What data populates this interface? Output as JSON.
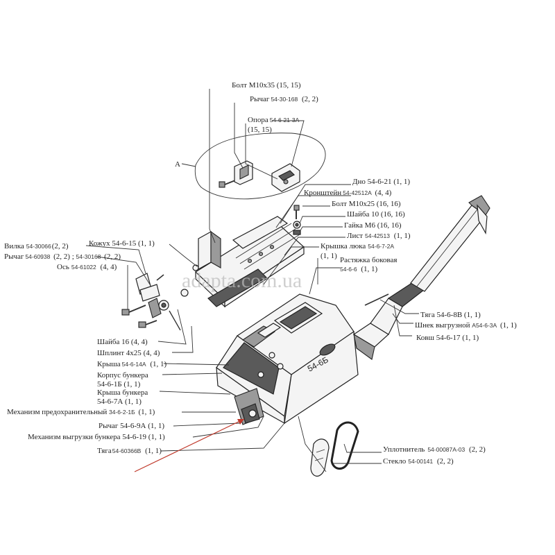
{
  "watermark": "adapta.com.ua",
  "hopper_marking": "54-6Б",
  "callout_letter": "А",
  "accent_color": "#c0392b",
  "labels": {
    "bolt_m10x35": {
      "name": "Болт М10х35",
      "qty": "(15, 15)"
    },
    "lever_54_30_168": {
      "name": "Рычаг",
      "code": "54-30-168",
      "qty": "(2, 2)"
    },
    "support": {
      "name": "Опора",
      "code": "54-6-21-3А",
      "qty": "(15, 15)"
    },
    "bottom": {
      "name": "Дно 54-6-21",
      "qty": "(1, 1)"
    },
    "bracket": {
      "name": "Кронштейн",
      "code": "54-42512А",
      "qty": "(4, 4)"
    },
    "bolt_m10x25": {
      "name": "Болт М10х25",
      "qty": "(16, 16)"
    },
    "washer_10": {
      "name": "Шайба 10",
      "qty": "(16, 16)"
    },
    "nut_m6": {
      "name": "Гайка М6",
      "qty": "(16, 16)"
    },
    "sheet": {
      "name": "Лист",
      "code": "54-42513",
      "qty": "(1, 1)"
    },
    "hatch_cover": {
      "name": "Крышка люка",
      "code": "54-6-7-2А",
      "qty": "(1, 1)"
    },
    "side_brace": {
      "name": "Растяжка боковая",
      "code": "54-6-6",
      "qty": "(1, 1)"
    },
    "fork": {
      "name": "Вилка",
      "code": "54-30066",
      "qty": "(2, 2)"
    },
    "casing": {
      "name": "Кожух 54-6-15",
      "qty": "(1, 1)"
    },
    "lever_54_60938": {
      "name": "Рычаг",
      "code": "54-60938",
      "qty": "(2, 2)",
      "code2": "54-30168",
      "qty2": "(2, 2)"
    },
    "axle": {
      "name": "Ось",
      "code": "54-61022",
      "qty": "(4, 4)"
    },
    "rod_54_6_8v": {
      "name": "Тяга 54-6-8В",
      "qty": "(1, 1)"
    },
    "unload_auger": {
      "name": "Шнек выгрузной",
      "code": "А54-6-3А",
      "qty": "(1, 1)"
    },
    "bucket": {
      "name": "Ковш 54-6-17",
      "qty": "(1, 1)"
    },
    "washer_16": {
      "name": "Шайба 16",
      "qty": "(4, 4)"
    },
    "cotter_pin": {
      "name": "Шплинт 4х25",
      "qty": "(4, 4)"
    },
    "roof": {
      "name": "Крыша",
      "code": "54-6-14А",
      "qty": "(1, 1)"
    },
    "hopper_body": {
      "name1": "Корпус бункера",
      "name2": "54-6-1Б",
      "qty": "(1, 1)"
    },
    "hopper_roof": {
      "name1": "Крыша бункера",
      "name2": "54-6-7А",
      "qty": "(1, 1)"
    },
    "safety_mech": {
      "name": "Механизм предохранительный",
      "code": "34-6-2-1Б",
      "qty": "(1, 1)"
    },
    "lever_54_6_9a": {
      "name": "Рычаг 54-6-9А",
      "qty": "(1, 1)"
    },
    "unload_mech": {
      "name": "Механизм выгрузки бункера 54-6-19",
      "qty": "(1, 1)"
    },
    "rod_54_60366v": {
      "name": "Тяга",
      "code": "54-60366В",
      "qty": "(1, 1)"
    },
    "seal": {
      "name": "Уплотнитель",
      "code": "54-00087А-03",
      "qty": "(2, 2)"
    },
    "glass": {
      "name": "Стекло",
      "code": "54-00141",
      "qty": "(2, 2)"
    }
  }
}
